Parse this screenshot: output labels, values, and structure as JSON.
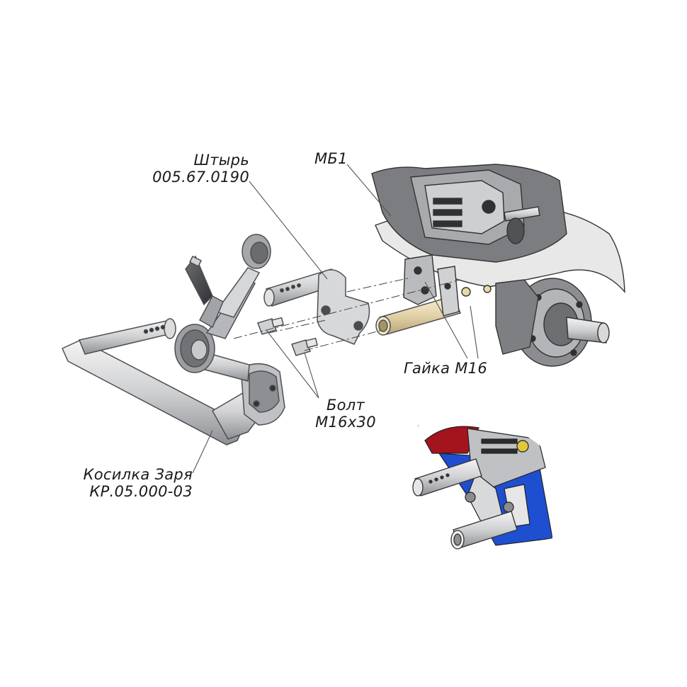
{
  "callouts": {
    "pin": {
      "name": "Штырь",
      "code": "005.67.0190"
    },
    "tiller": {
      "name": "МБ1"
    },
    "nut": {
      "name": "Гайка М16"
    },
    "bolt": {
      "name": "Болт",
      "size": "М16х30"
    },
    "mower": {
      "name": "Косилка Заря",
      "code": "КР.05.000-03"
    }
  },
  "colors": {
    "steel_light": "#d9dadb",
    "steel_mid": "#a8aaad",
    "steel_dark": "#4d4f52",
    "bushing": "#e6d8b2",
    "inset_blue": "#1e4fd1",
    "inset_red": "#a3141c",
    "leader": "#555555"
  }
}
